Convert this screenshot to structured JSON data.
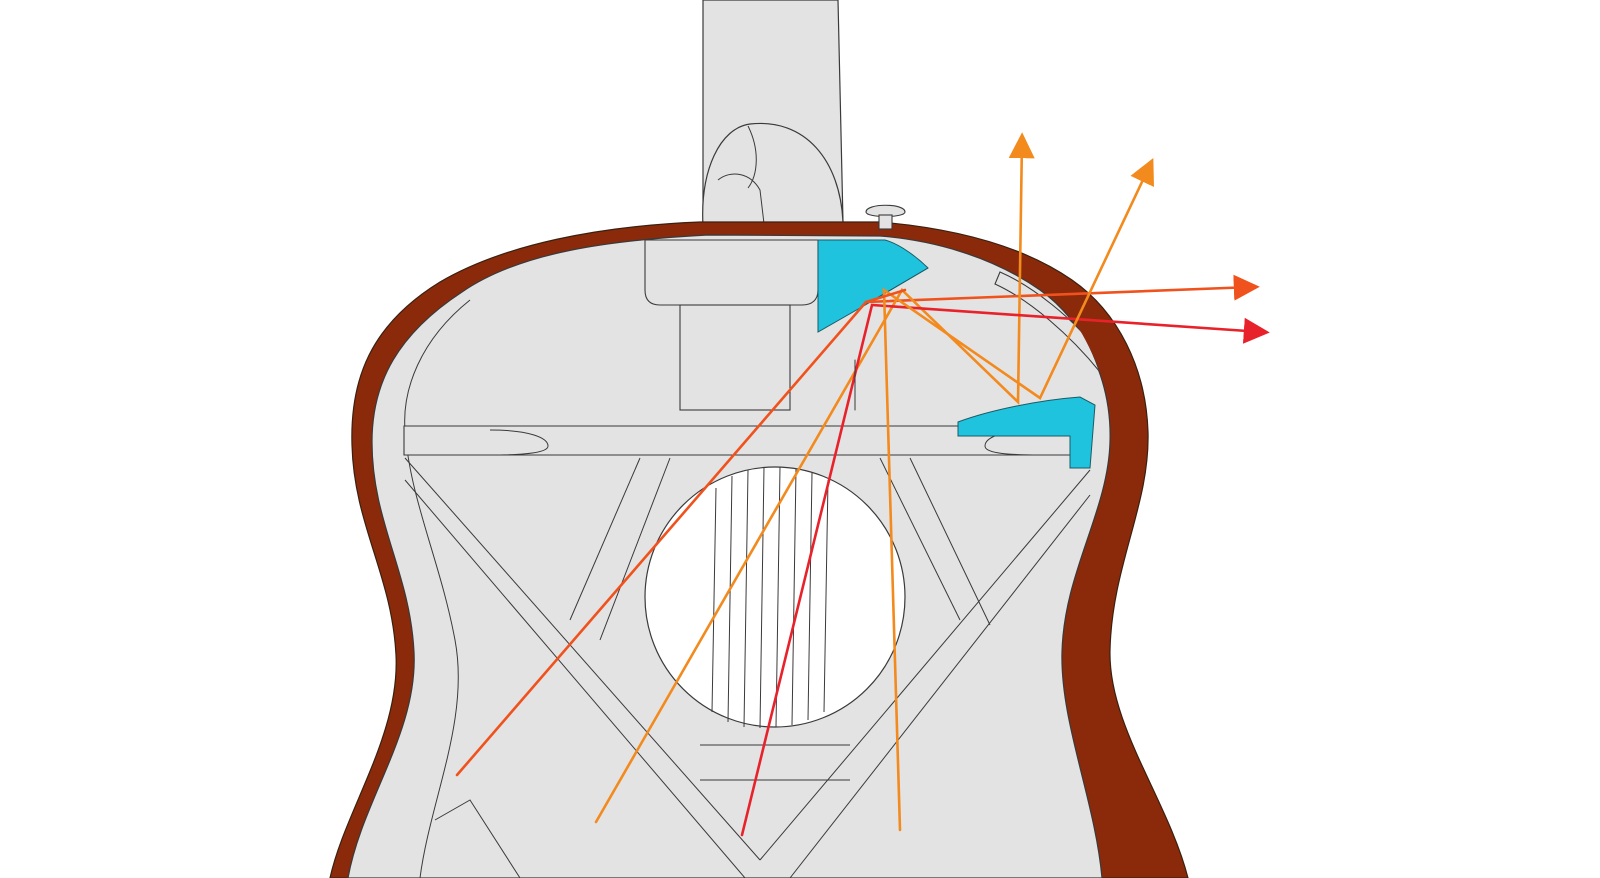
{
  "diagram": {
    "subject": "guitar-body-cutaway",
    "colors": {
      "background": "#ffffff",
      "body_fill": "#e3e3e3",
      "outline": "#3a3a3a",
      "wood_side": "#8b2a0a",
      "reflector": "#1fc3dd",
      "soundhole": "#ffffff",
      "ray_orange": "#f28a1e",
      "ray_red_orange": "#f0521d",
      "ray_red": "#e8222a"
    },
    "rays": [
      {
        "name": "ray-1",
        "color_key": "ray_red_orange"
      },
      {
        "name": "ray-2",
        "color_key": "ray_orange"
      },
      {
        "name": "ray-3",
        "color_key": "ray_red"
      },
      {
        "name": "ray-4",
        "color_key": "ray_orange"
      },
      {
        "name": "ray-5",
        "color_key": "ray_orange"
      },
      {
        "name": "ray-6",
        "color_key": "ray_red_orange"
      }
    ]
  }
}
